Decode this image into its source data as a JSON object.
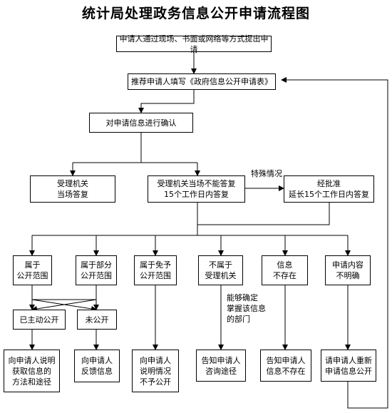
{
  "title": "统计局处理政务信息公开申请流程图",
  "nodes": {
    "apply": "申请人通过现场、书面或网络等方式提出申请",
    "fill_form": "推荐申请人填写《政府信息公开申请表》",
    "confirm": "对申请信息进行确认",
    "immediate": "受理机关\n当场答复",
    "within15": "受理机关当场不能答复\n15个工作日内答复",
    "extended": "经批准\n延长15个工作日内答复",
    "public": "属于\n公开范围",
    "partial": "属于部分\n公开范围",
    "exempt": "属于免予\n公开范围",
    "not_agency": "不属于\n受理机关",
    "not_exist": "信息\n不存在",
    "unclear": "申请内容\n不明确",
    "disclosed": "已主动公开",
    "undisclosed": "未公开",
    "explain_method": "向申请人说明\n获取信息的\n方法和途径",
    "feedback": "向申请人\n反馈信息",
    "explain_exempt": "向申请人\n说明情况\n不予公开",
    "inform_consult": "告知申请人\n咨询途径",
    "inform_nonexist": "告知申请人\n信息不存在",
    "request_again": "请申请人重新\n申请信息公开"
  },
  "labels": {
    "special": "特殊情况",
    "locate_dept": "能够确定\n掌握该信息\n的部门"
  }
}
